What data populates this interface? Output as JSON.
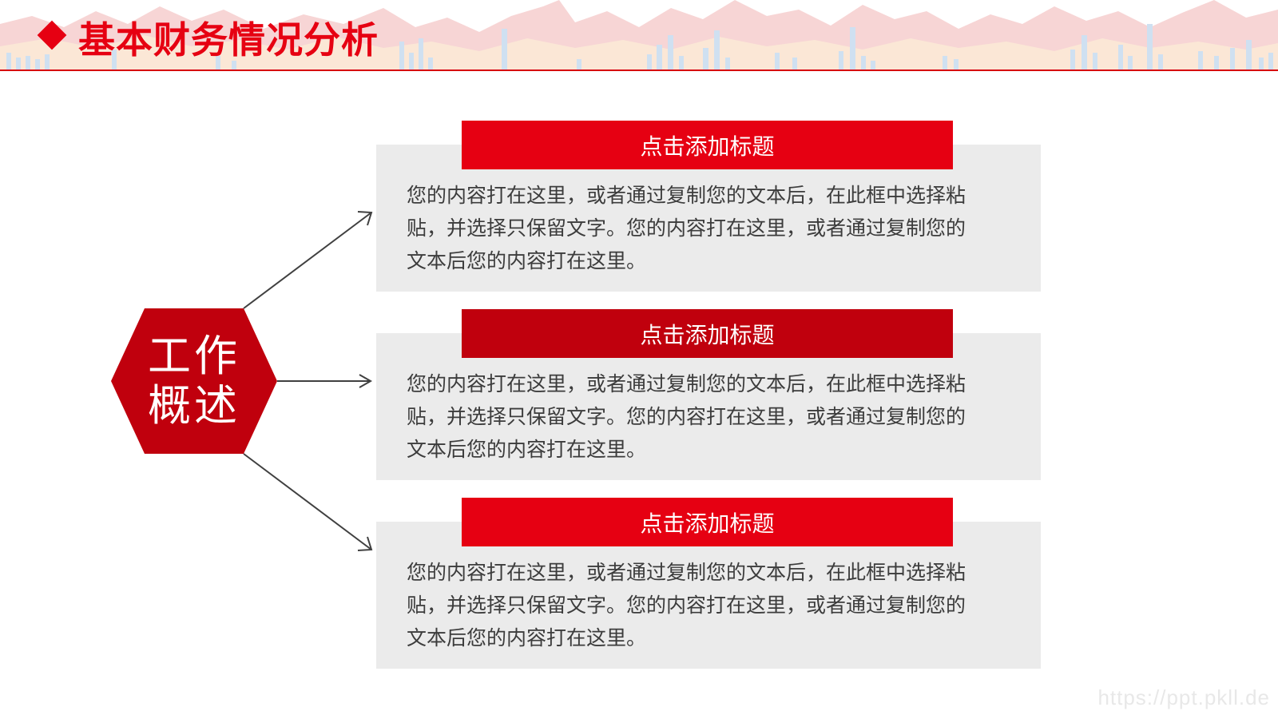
{
  "page": {
    "title": "基本财务情况分析"
  },
  "colors": {
    "primary_red": "#e60012",
    "dark_red": "#c0000d",
    "card_gray": "#ebebeb",
    "text": "#3c3c3c"
  },
  "center": {
    "line1": "工作",
    "line2": "概述"
  },
  "items": [
    {
      "title": "点击添加标题",
      "body": [
        "您的内容打在这里，或者通过复制您的文本后，在此框中选择粘",
        "贴，并选择只保留文字。您的内容打在这里，或者通过复制您的",
        "文本后您的内容打在这里。"
      ]
    },
    {
      "title": "点击添加标题",
      "body": [
        "您的内容打在这里，或者通过复制您的文本后，在此框中选择粘",
        "贴，并选择只保留文字。您的内容打在这里，或者通过复制您的",
        "文本后您的内容打在这里。"
      ]
    },
    {
      "title": "点击添加标题",
      "body": [
        "您的内容打在这里，或者通过复制您的文本后，在此框中选择粘",
        "贴，并选择只保留文字。您的内容打在这里，或者通过复制您的",
        "文本后您的内容打在这里。"
      ]
    }
  ],
  "watermark": "https://ppt.pkll.de"
}
